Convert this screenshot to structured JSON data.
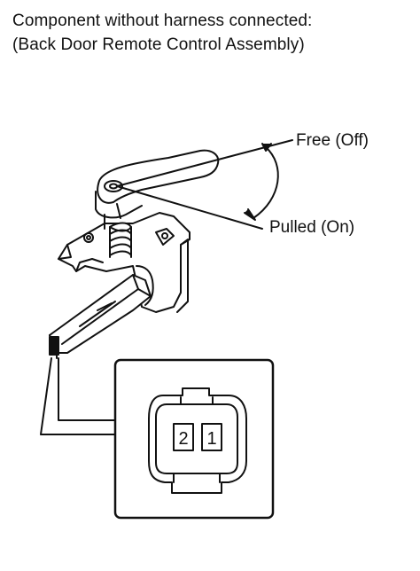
{
  "caption": {
    "line1": "Component without harness connected:",
    "line2": "(Back Door Remote Control Assembly)"
  },
  "positions": {
    "free": "Free (Off)",
    "pulled": "Pulled (On)"
  },
  "connector": {
    "pins": [
      "2",
      "1"
    ]
  }
}
